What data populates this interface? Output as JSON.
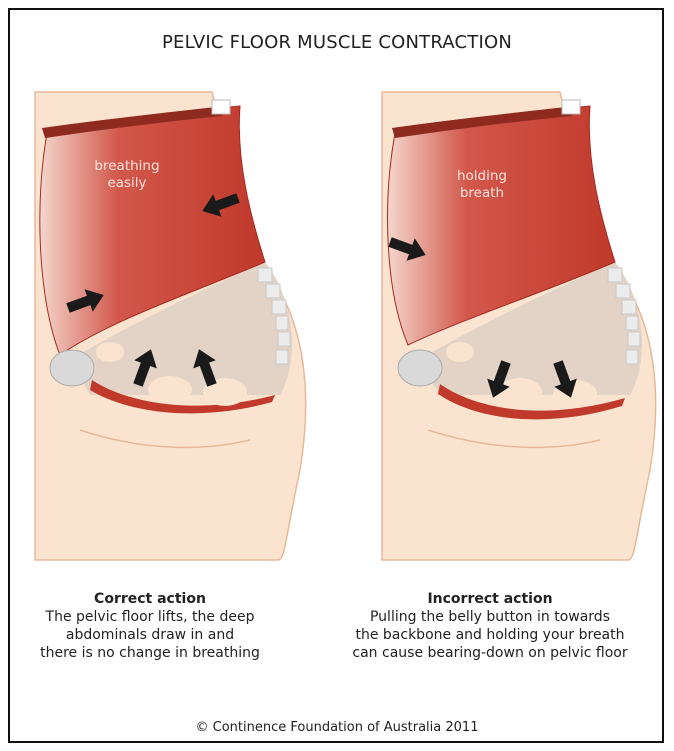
{
  "title": "PELVIC FLOOR MUSCLE CONTRACTION",
  "panels": [
    {
      "label_lines": [
        "breathing",
        "easily"
      ],
      "caption_heading": "Correct action",
      "caption_lines": [
        "The pelvic floor lifts, the deep",
        "abdominals draw in and",
        "there is no change in breathing"
      ]
    },
    {
      "label_lines": [
        "holding",
        "breath"
      ],
      "caption_heading": "Incorrect action",
      "caption_lines": [
        "Pulling the belly button in towards",
        "the backbone and holding your breath",
        "can cause bearing-down on pelvic floor"
      ]
    }
  ],
  "footer": "© Continence Foundation of Australia 2011",
  "colors": {
    "skin": "#fbe4cf",
    "skin_outline": "#e8b89a",
    "muscle": "#c0392b",
    "muscle_dark": "#a52a22",
    "cavity": "#e3d3c6",
    "arrow": "#1a1a1a",
    "bone": "#d9d9d9"
  }
}
